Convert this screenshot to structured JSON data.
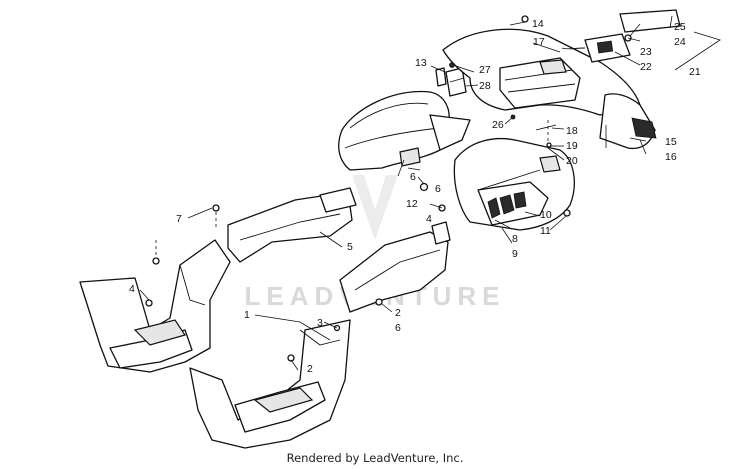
{
  "watermark": "LEADVENTURE",
  "credit": "Rendered by LeadVenture, Inc.",
  "callouts": [
    "1",
    "2",
    "2",
    "3",
    "4",
    "4",
    "5",
    "6",
    "6",
    "6",
    "7",
    "8",
    "9",
    "10",
    "11",
    "12",
    "13",
    "14",
    "15",
    "16",
    "17",
    "18",
    "19",
    "20",
    "21",
    "22",
    "23",
    "24",
    "25",
    "26",
    "27",
    "28"
  ]
}
